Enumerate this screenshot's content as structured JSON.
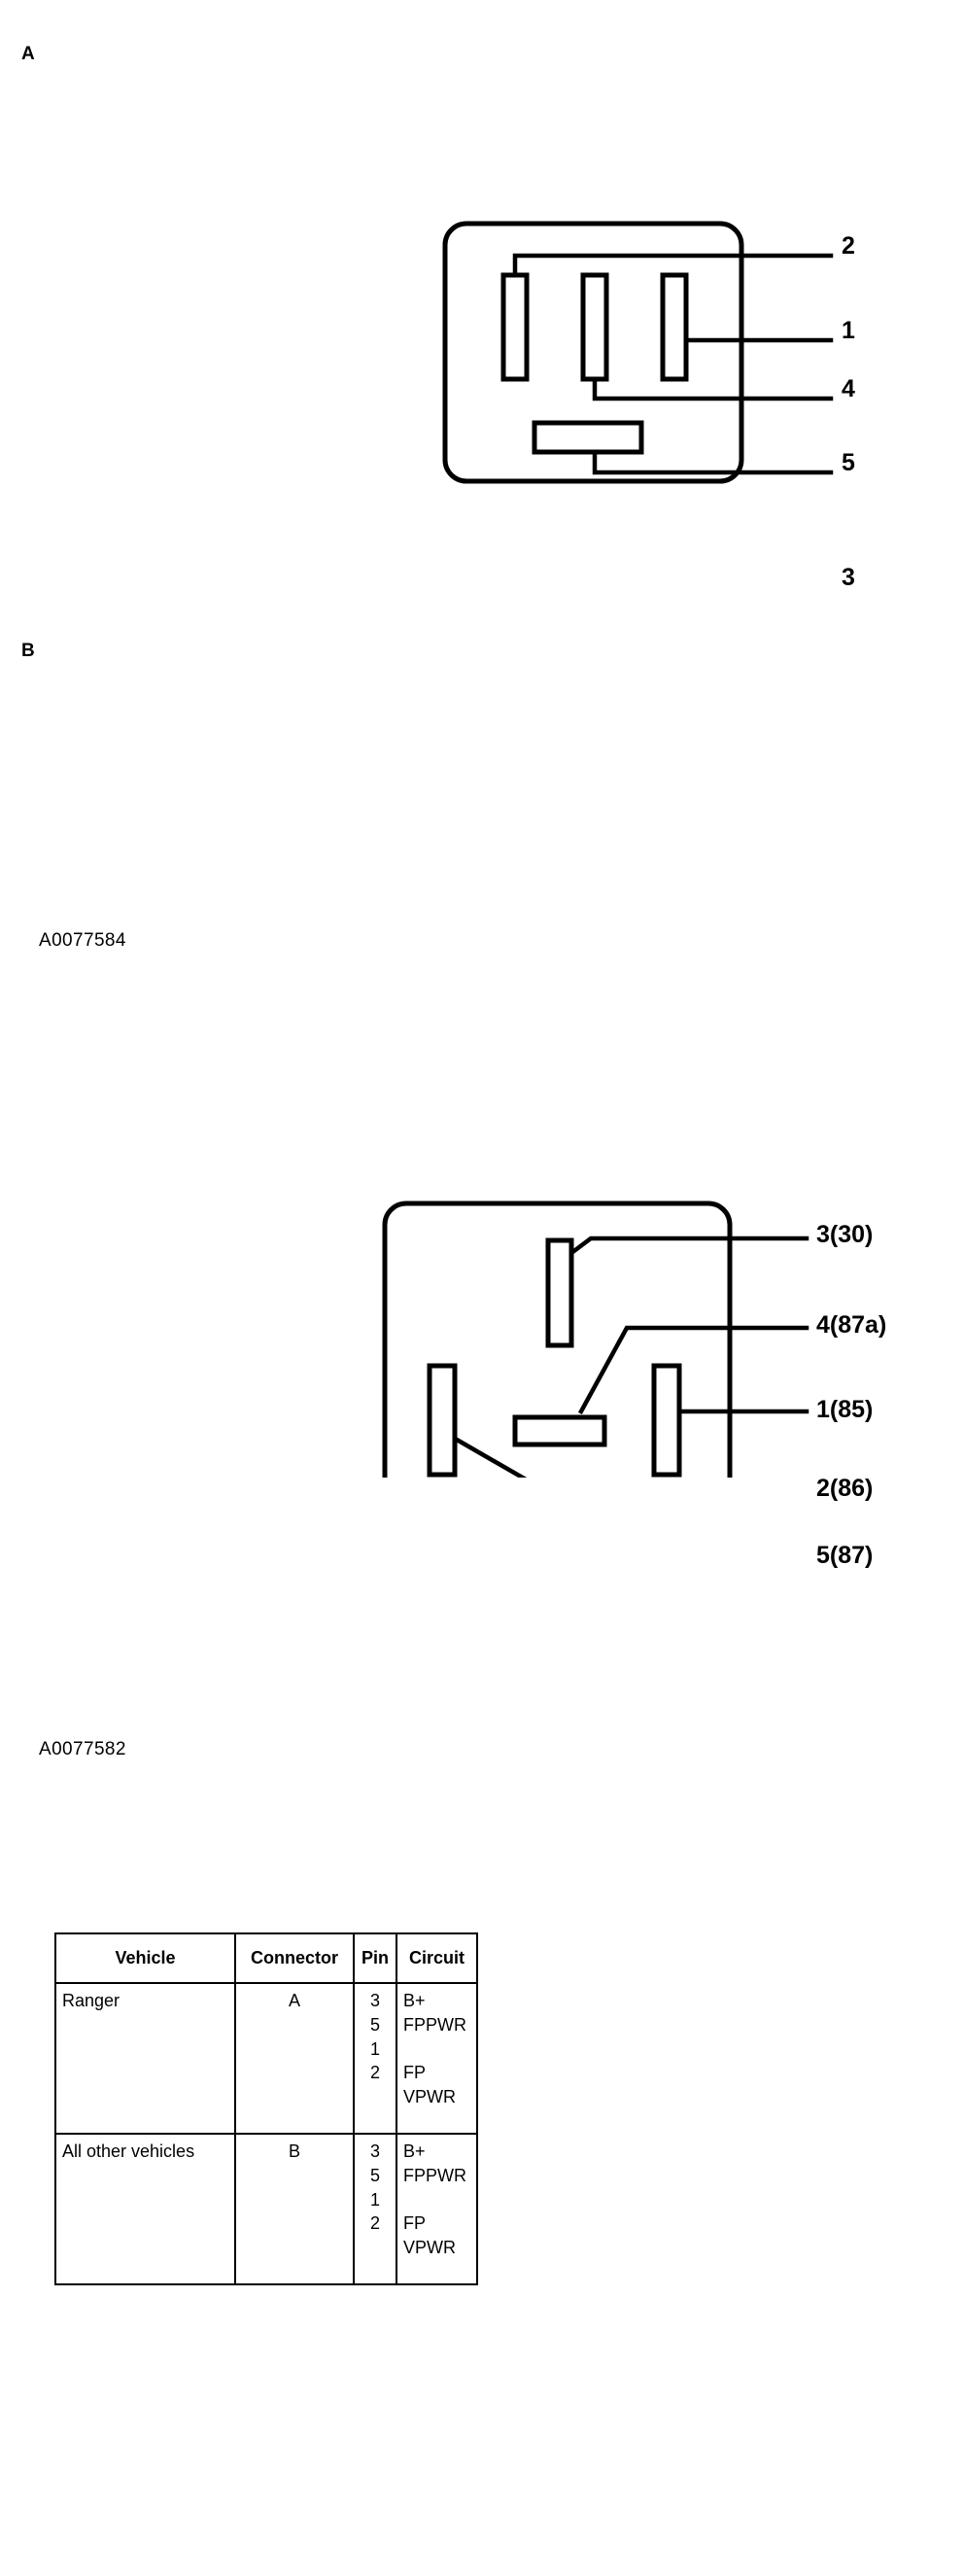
{
  "sections": [
    {
      "letter": "A",
      "caption": "A0077584",
      "pin_labels": [
        "2",
        "1",
        "4",
        "5",
        "3"
      ]
    },
    {
      "letter": "B",
      "caption": "A0077582",
      "pin_labels": [
        "3(30)",
        "4(87a)",
        "1(85)",
        "2(86)",
        "5(87)"
      ]
    }
  ],
  "table": {
    "headers": [
      "Vehicle",
      "Connector",
      "Pin",
      "Circuit"
    ],
    "rows": [
      {
        "vehicle": "Ranger",
        "connector": "A",
        "pin": "3\n5\n1\n2",
        "circuit": "B+\nFPPWR\n\nFP\nVPWR"
      },
      {
        "vehicle": "All other vehicles",
        "connector": "B",
        "pin": "3\n5\n1\n2",
        "circuit": "B+\nFPPWR\n\nFP\nVPWR"
      }
    ]
  },
  "colors": {
    "ink": "#000000",
    "paper": "#ffffff"
  }
}
